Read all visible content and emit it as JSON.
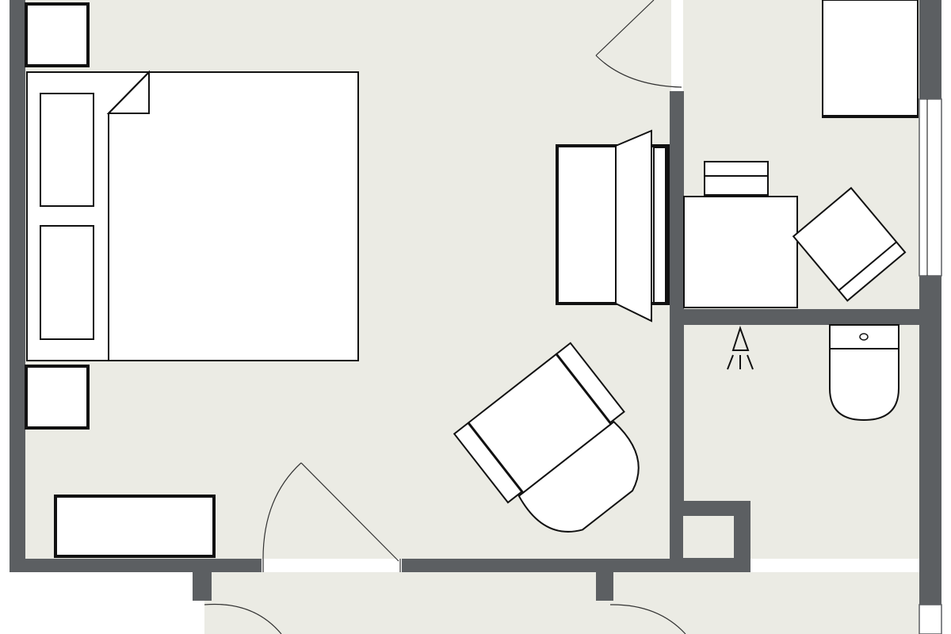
{
  "plan": {
    "colors": {
      "wall": "#5c5f62",
      "floor": "#ebebe4",
      "furniture_fill": "#ffffff",
      "furniture_stroke": "#111111"
    },
    "rooms": [
      "bedroom",
      "study",
      "toilet",
      "hallway"
    ],
    "furniture": [
      "double-bed",
      "pillow",
      "pillow",
      "nightstand",
      "nightstand",
      "nightstand",
      "dresser",
      "wardrobe-unit",
      "armchair",
      "desk",
      "desk-chair",
      "lounge-chair",
      "toilet",
      "cabinet"
    ],
    "fixtures": [
      "ceiling-light",
      "door",
      "door",
      "door",
      "door",
      "window",
      "window"
    ]
  }
}
